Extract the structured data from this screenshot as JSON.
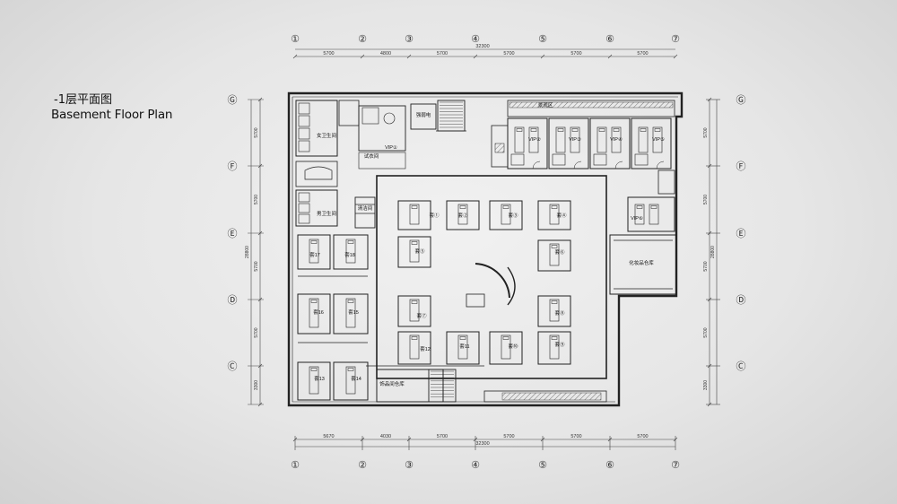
{
  "title": {
    "cn": "-1层平面图",
    "en": "Basement  Floor Plan"
  },
  "grid_columns": [
    "①",
    "②",
    "③",
    "④",
    "⑤",
    "⑥",
    "⑦"
  ],
  "grid_rows": [
    "Ⓖ",
    "Ⓕ",
    "Ⓔ",
    "Ⓓ",
    "Ⓒ"
  ],
  "top_dims": {
    "segments": [
      "5700",
      "4800",
      "5700",
      "5700",
      "5700",
      "5700"
    ],
    "total": "32300"
  },
  "bottom_dims": {
    "segments": [
      "5670",
      "4030",
      "5700",
      "5700",
      "5700",
      "5700"
    ],
    "total": "32300"
  },
  "left_dims": {
    "segments": [
      "5700",
      "5700",
      "5700",
      "5700",
      "3300"
    ],
    "total": "28800"
  },
  "right_dims": {
    "segments": [
      "5700",
      "5700",
      "5700",
      "5700",
      "3300"
    ],
    "total": "28800"
  },
  "room_labels": {
    "scenic": "景观区",
    "power": "强弱电",
    "female_wc": "女卫生间",
    "male_wc": "男卫生间",
    "fitting": "试衣间",
    "janitor": "清洁间",
    "vip1": "VIP①",
    "vip2": "VIP②",
    "vip3": "VIP③",
    "vip4": "VIP④",
    "vip5": "VIP⑤",
    "vip6": "VIP⑥",
    "cosmetic_store": "化妆品仓库",
    "goods_store": "饰品间仓库",
    "r1": "套①",
    "r2": "套②",
    "r3": "套③",
    "r4": "套④",
    "r5": "套⑤",
    "r6": "套⑥",
    "r7": "套⑦",
    "r8": "套⑧",
    "r9": "套⑨",
    "r10": "套⑩",
    "r11": "套11",
    "r12": "套12",
    "r13": "套13",
    "r14": "套14",
    "r15": "套15",
    "r16": "套16",
    "r17": "套17",
    "r18": "套18"
  }
}
